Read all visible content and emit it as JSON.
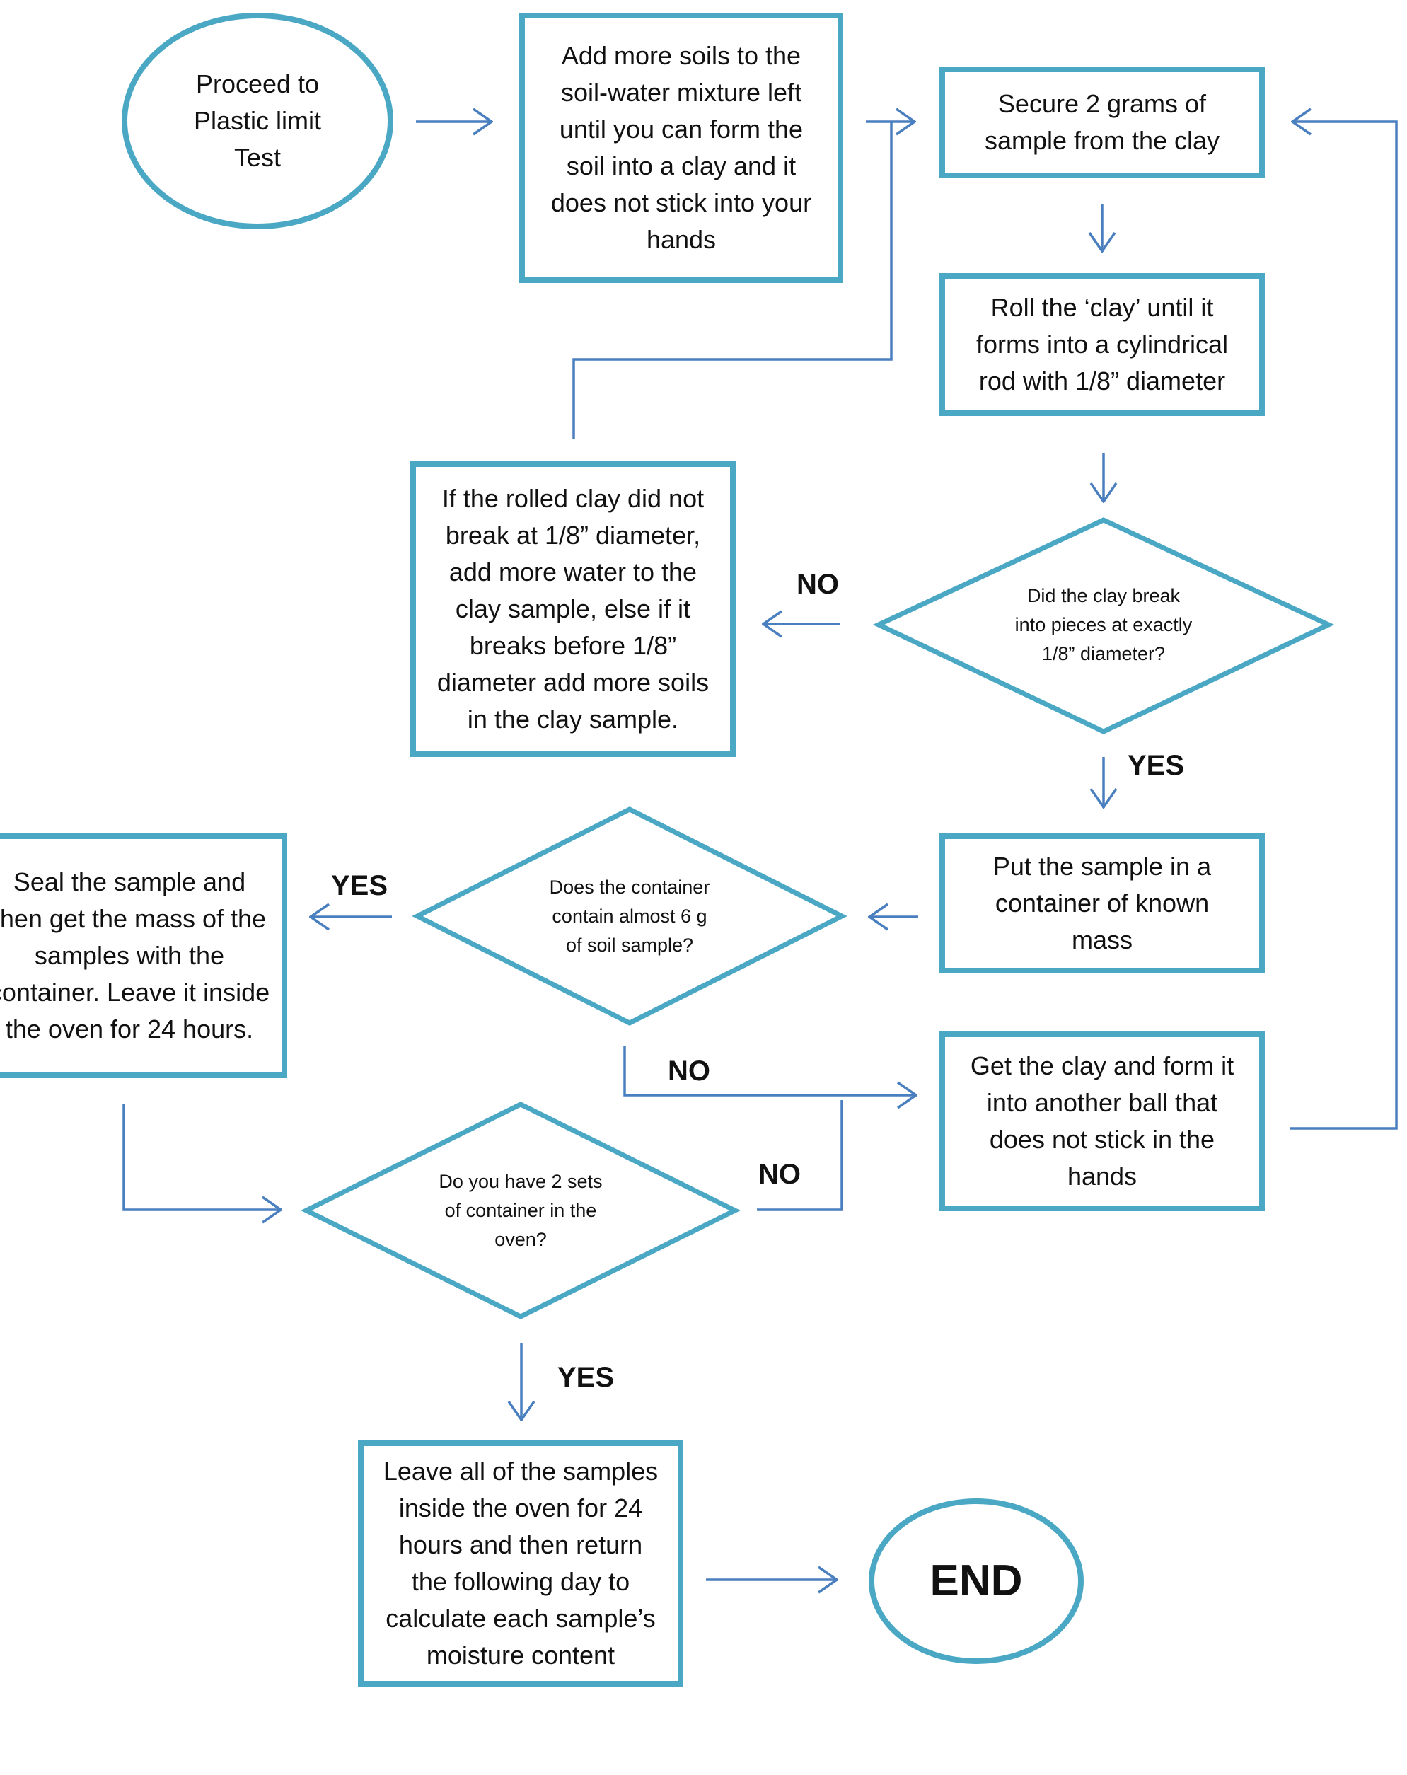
{
  "colors": {
    "node_border": "#4aa8c4",
    "connector": "#4a7fbf",
    "text": "#111111"
  },
  "nodes": {
    "start": {
      "shape": "oval",
      "lines": [
        "Proceed to",
        "Plastic limit",
        "Test"
      ]
    },
    "add_soils": {
      "shape": "rectangle",
      "lines": [
        "Add more soils to the",
        "soil-water mixture left",
        "until you can form the",
        "soil into a clay and it",
        "does not stick into your",
        "hands"
      ]
    },
    "secure_sample": {
      "shape": "rectangle",
      "lines": [
        "Secure 2 grams of",
        "sample from the clay"
      ]
    },
    "roll_clay": {
      "shape": "rectangle",
      "lines": [
        "Roll the ‘clay’ until it",
        "forms into a cylindrical",
        "rod with 1/8” diameter"
      ]
    },
    "did_break": {
      "shape": "diamond",
      "lines": [
        "Did the clay break",
        "into pieces at exactly",
        "1/8” diameter?"
      ]
    },
    "adjust_clay": {
      "shape": "rectangle",
      "lines": [
        "If the rolled clay did not",
        "break at 1/8” diameter,",
        "add more water to the",
        "clay sample, else if it",
        "breaks before 1/8”",
        "diameter add more soils",
        "in the clay sample."
      ]
    },
    "put_container": {
      "shape": "rectangle",
      "lines": [
        "Put the sample in a",
        "container of known",
        "mass"
      ]
    },
    "container_6g": {
      "shape": "diamond",
      "lines": [
        "Does the container",
        "contain almost 6 g",
        "of soil sample?"
      ]
    },
    "seal_sample": {
      "shape": "rectangle",
      "lines": [
        "Seal the sample and",
        "then get the mass of the",
        "samples with the",
        "container. Leave it inside",
        "the oven for 24 hours."
      ]
    },
    "another_ball": {
      "shape": "rectangle",
      "lines": [
        "Get the clay and form it",
        "into another ball that",
        "does not stick in the",
        "hands"
      ]
    },
    "two_sets": {
      "shape": "diamond",
      "lines": [
        "Do you have 2 sets",
        "of container in the",
        "oven?"
      ]
    },
    "leave_samples": {
      "shape": "rectangle",
      "lines": [
        "Leave all of the samples",
        "inside the oven for 24",
        "hours and then return",
        "the following day to",
        "calculate each sample’s",
        "moisture content"
      ]
    },
    "end": {
      "shape": "oval",
      "lines": [
        "END"
      ]
    }
  },
  "edge_labels": {
    "no_did_break": "NO",
    "yes_did_break": "YES",
    "yes_container": "YES",
    "no_container": "NO",
    "no_two_sets": "NO",
    "yes_two_sets": "YES"
  },
  "edges": [
    {
      "from": "start",
      "to": "add_soils"
    },
    {
      "from": "add_soils",
      "to": "secure_sample"
    },
    {
      "from": "secure_sample",
      "to": "roll_clay"
    },
    {
      "from": "roll_clay",
      "to": "did_break"
    },
    {
      "from": "did_break",
      "to": "adjust_clay",
      "label": "NO"
    },
    {
      "from": "adjust_clay",
      "to": "secure_sample"
    },
    {
      "from": "did_break",
      "to": "put_container",
      "label": "YES"
    },
    {
      "from": "put_container",
      "to": "container_6g"
    },
    {
      "from": "container_6g",
      "to": "seal_sample",
      "label": "YES"
    },
    {
      "from": "container_6g",
      "to": "another_ball",
      "label": "NO"
    },
    {
      "from": "another_ball",
      "to": "secure_sample"
    },
    {
      "from": "seal_sample",
      "to": "two_sets"
    },
    {
      "from": "two_sets",
      "to": "another_ball",
      "label": "NO"
    },
    {
      "from": "two_sets",
      "to": "leave_samples",
      "label": "YES"
    },
    {
      "from": "leave_samples",
      "to": "end"
    }
  ]
}
